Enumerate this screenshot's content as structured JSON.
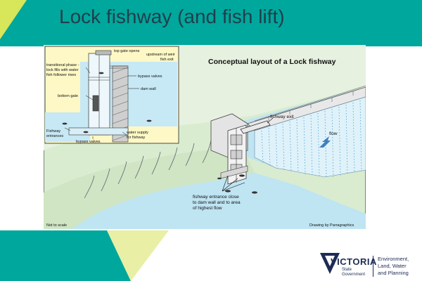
{
  "slide": {
    "title": "Lock fishway (and fish lift)"
  },
  "diagram": {
    "main_title": "Conceptual layout of a Lock fishway",
    "labels": {
      "fishway_exit": "fishway exit",
      "flow": "flow",
      "fishway_entrance": "fishway entrance close",
      "fishway_entrance_2": "to dam wall and to area",
      "fishway_entrance_3": "of highest flow",
      "not_to_scale": "Not to scale",
      "credit": "Drawing by Parragraphics"
    },
    "inset_labels": {
      "top_gate_opens": "top gate opens",
      "upstream_of_weir": "upstream of weir",
      "fish_exit": "fish exit",
      "transitional_1": "transitional phase -",
      "transitional_2": "lock fills with water",
      "transitional_3": "fish follower rises",
      "bypass_valves_top": "bypass valves",
      "dam_wall": "dam wall",
      "bottom_gate": "bottom gate",
      "fishway_entrances_1": "Fishway",
      "fishway_entrances_2": "entrances",
      "bypass_valves_bottom": "bypass valves",
      "water_supply_1": "water supply",
      "water_supply_2": "for fishway"
    }
  },
  "logo": {
    "name": "VICTORIA",
    "sub1": "State",
    "sub2": "Government",
    "dept1": "Environment,",
    "dept2": "Land, Water",
    "dept3": "and Planning"
  },
  "colors": {
    "teal": "#00a79d",
    "lime": "#d8e65a",
    "navy": "#1d2b56",
    "water": "#bfe4f2",
    "land": "#cfe5c4",
    "inset_bg": "#fdf8c6"
  }
}
